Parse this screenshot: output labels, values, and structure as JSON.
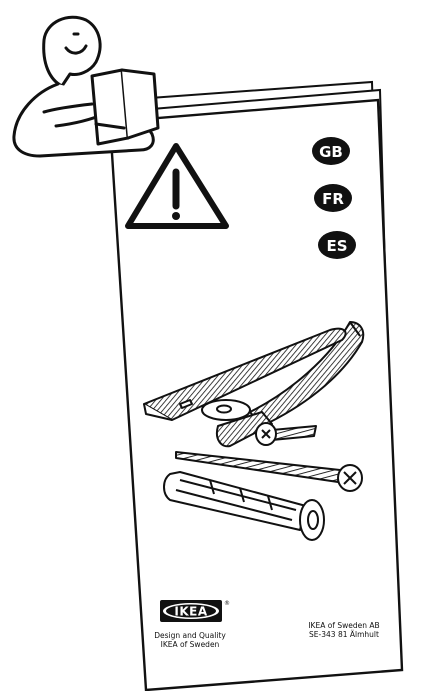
{
  "languages": [
    "GB",
    "FR",
    "ES"
  ],
  "brand": {
    "logo_text": "IKEA",
    "registered_mark": "®",
    "tagline_line1": "Design and Quality",
    "tagline_line2": "IKEA of Sweden"
  },
  "address": {
    "line1": "IKEA of Sweden AB",
    "line2": "SE-343 81 Älmhult"
  },
  "icons": {
    "warning": "warning-triangle-icon",
    "reader": "person-reading-icon"
  },
  "colors": {
    "ink": "#111111",
    "paper": "#ffffff"
  }
}
